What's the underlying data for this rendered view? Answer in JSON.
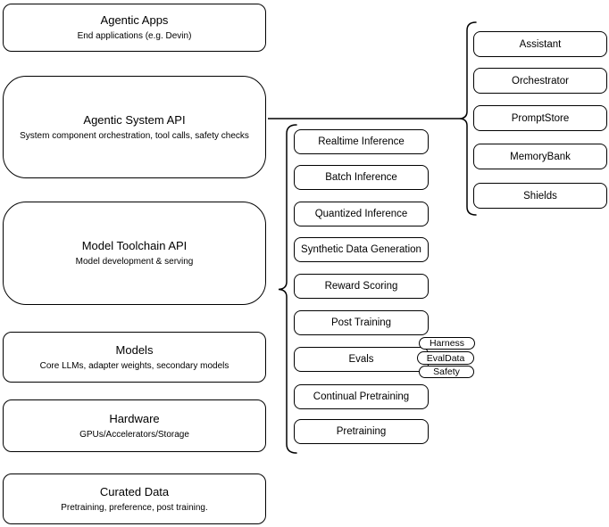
{
  "colors": {
    "stroke": "#000000",
    "background": "#ffffff"
  },
  "stack": [
    {
      "title": "Agentic Apps",
      "subtitle": "End applications (e.g. Devin)"
    },
    {
      "title": "Agentic System API",
      "subtitle": "System component orchestration, tool calls, safety checks"
    },
    {
      "title": "Model Toolchain API",
      "subtitle": "Model development & serving"
    },
    {
      "title": "Models",
      "subtitle": "Core LLMs, adapter weights, secondary models"
    },
    {
      "title": "Hardware",
      "subtitle": "GPUs/Accelerators/Storage"
    },
    {
      "title": "Curated Data",
      "subtitle": "Pretraining, preference, post training."
    }
  ],
  "toolchain_services": [
    "Realtime Inference",
    "Batch Inference",
    "Quantized Inference",
    "Synthetic Data Generation",
    "Reward Scoring",
    "Post Training",
    "Evals",
    "Continual Pretraining",
    "Pretraining"
  ],
  "evals_tags": [
    "Harness",
    "EvalData",
    "Safety"
  ],
  "system_components": [
    "Assistant",
    "Orchestrator",
    "PromptStore",
    "MemoryBank",
    "Shields"
  ]
}
